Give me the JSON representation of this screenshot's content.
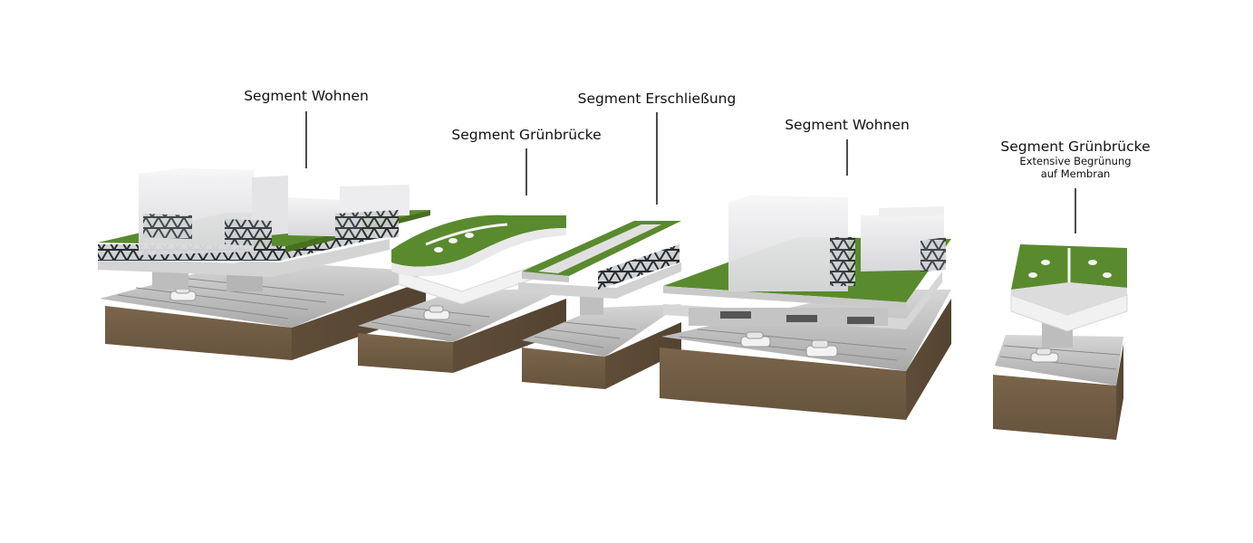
{
  "labels": {
    "seg1": {
      "title": "Segment Wohnen"
    },
    "seg2": {
      "title": "Segment Grünbrücke"
    },
    "seg3": {
      "title": "Segment Erschließung"
    },
    "seg4": {
      "title": "Segment Wohnen"
    },
    "seg5": {
      "title": "Segment Grünbrücke",
      "note_line1": "Extensive Begrünung",
      "note_line2": "auf Membran"
    }
  },
  "colors": {
    "earth": "#6e5a43",
    "earth_side": "#5a4935",
    "green_roof": "#5a8a2e",
    "concrete": "#c9c9c9",
    "truss": "#2a2d30",
    "volume": "#e8e8ea",
    "membrane": "#f0f0f0"
  }
}
